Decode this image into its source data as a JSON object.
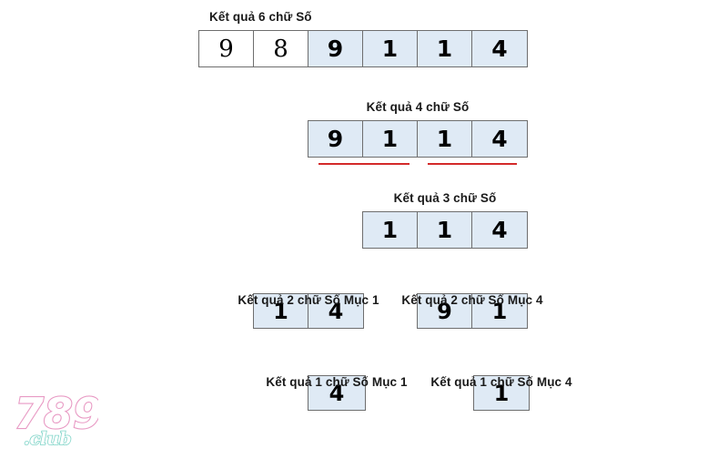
{
  "page": {
    "background": "#ffffff",
    "highlight_fill": "#dfeaf5",
    "plain_fill": "#ffffff",
    "border_color": "#6e6e6e",
    "underline_color": "#d32a2a"
  },
  "groups": {
    "six": {
      "label": "Kết quả 6 chữ Số",
      "digits": [
        {
          "value": "9",
          "highlighted": false
        },
        {
          "value": "8",
          "highlighted": false
        },
        {
          "value": "9",
          "highlighted": true
        },
        {
          "value": "1",
          "highlighted": true
        },
        {
          "value": "1",
          "highlighted": true
        },
        {
          "value": "4",
          "highlighted": true
        }
      ]
    },
    "four": {
      "label": "Kết quả 4 chữ Số",
      "digits": [
        {
          "value": "9"
        },
        {
          "value": "1"
        },
        {
          "value": "1"
        },
        {
          "value": "4"
        }
      ],
      "underlines": 2
    },
    "three": {
      "label": "Kết quả 3 chữ Số",
      "digits": [
        {
          "value": "1"
        },
        {
          "value": "1"
        },
        {
          "value": "4"
        }
      ]
    },
    "two_a": {
      "label": "Kết quả 2 chữ Số Mục 1",
      "digits": [
        {
          "value": "1"
        },
        {
          "value": "4"
        }
      ]
    },
    "two_b": {
      "label": "Kết quả 2 chữ Số Mục 4",
      "digits": [
        {
          "value": "9"
        },
        {
          "value": "1"
        }
      ]
    },
    "one_a": {
      "label": "Kết quả 1 chữ Số Mục 1",
      "digits": [
        {
          "value": "4"
        }
      ]
    },
    "one_b": {
      "label": "Kết quả 1 chữ Số Mục 4",
      "digits": [
        {
          "value": "1"
        }
      ]
    }
  },
  "logo": {
    "name": "789-club-logo",
    "primary_text": "789",
    "secondary_text": ".club",
    "primary_outline_color": "#e89ac4",
    "secondary_outline_color": "#7fd4c8"
  }
}
